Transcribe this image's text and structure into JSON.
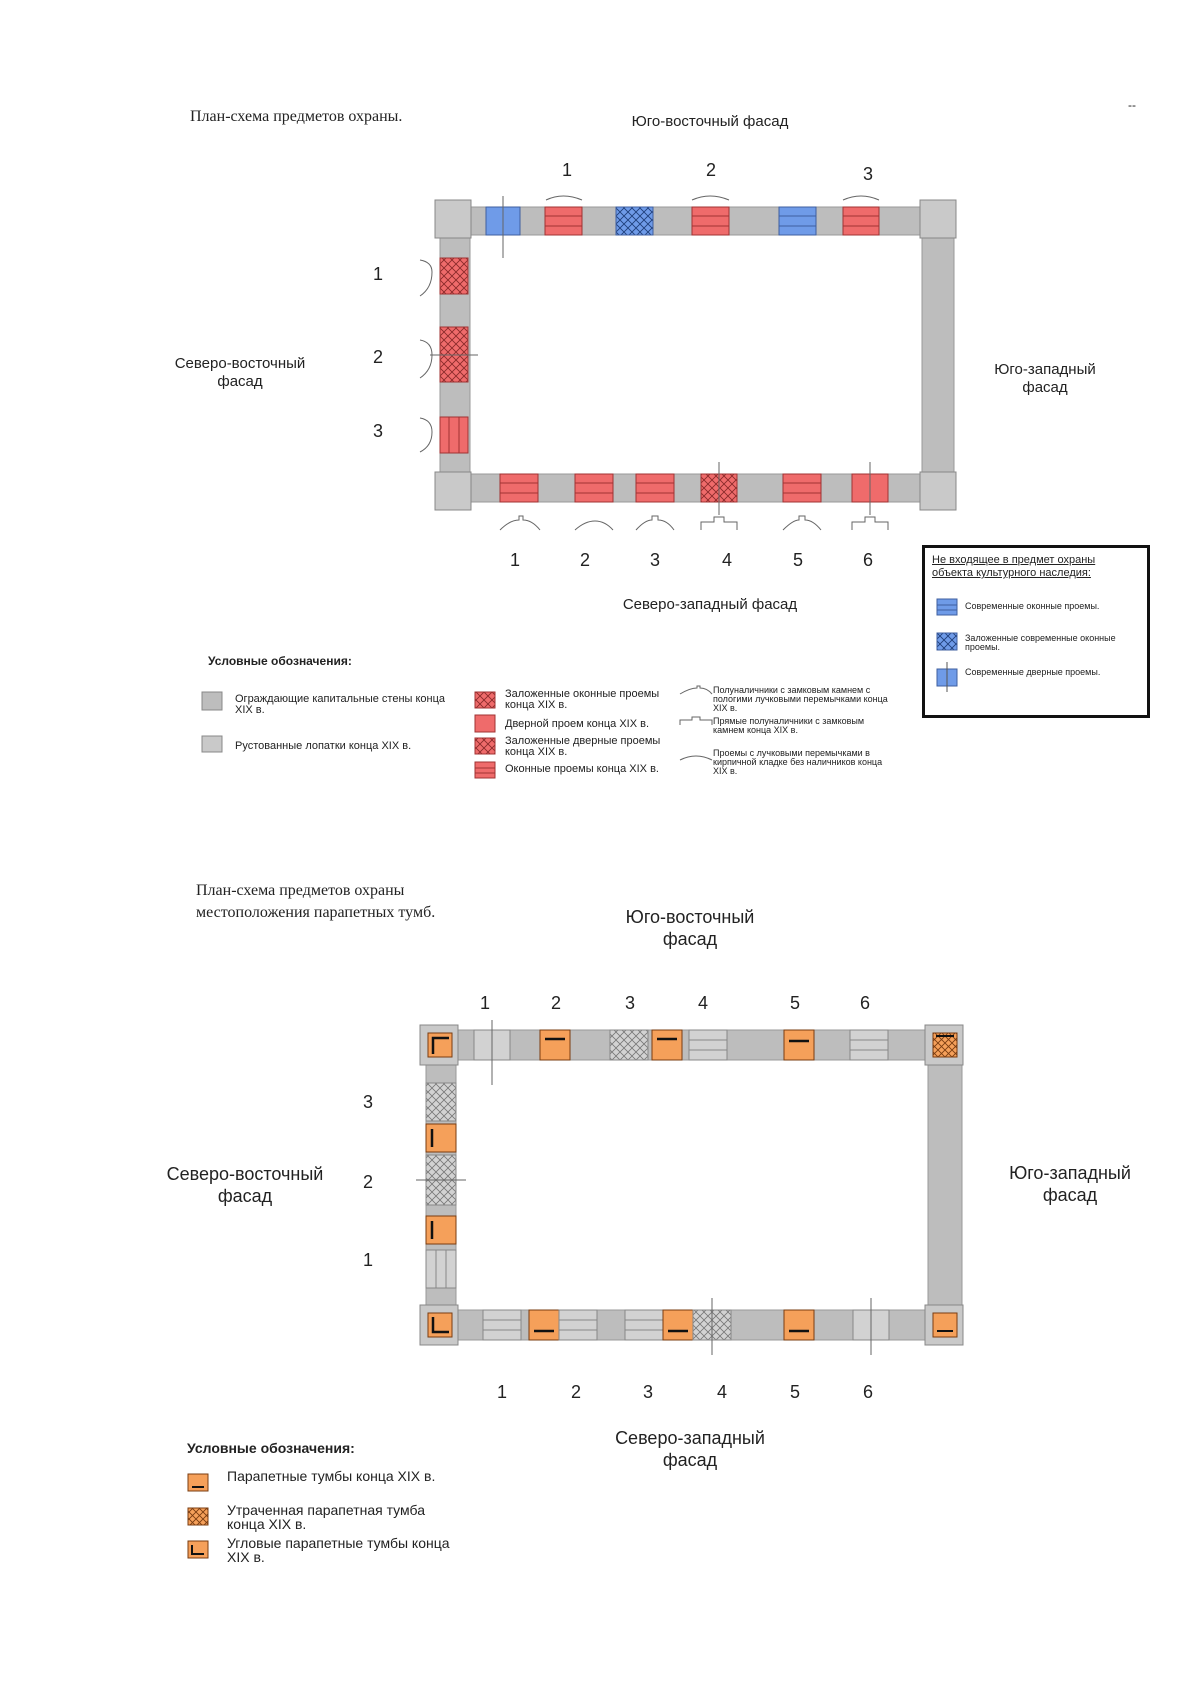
{
  "page_marker": "--",
  "plan1": {
    "title": "План-схема предметов охраны.",
    "facades": {
      "southeast": "Юго-восточный фасад",
      "northeast": "Северо-восточный фасад",
      "southwest": "Юго-западный фасад",
      "northwest": "Северо-западный фасад"
    },
    "top_numbers": [
      "1",
      "2",
      "3"
    ],
    "left_numbers": [
      "1",
      "2",
      "3"
    ],
    "bottom_numbers": [
      "1",
      "2",
      "3",
      "4",
      "5",
      "6"
    ],
    "legend_title": "Условные обозначения:",
    "legend": [
      {
        "id": "walls",
        "text": "Ограждающие капитальные стены конца XIX в."
      },
      {
        "id": "pilasters",
        "text": "Рустованные лопатки конца XIX в."
      },
      {
        "id": "blocked-windows",
        "text": "Заложенные оконные проемы конца XIX в."
      },
      {
        "id": "door",
        "text": "Дверной проем конца XIX в."
      },
      {
        "id": "blocked-doors",
        "text": "Заложенные дверные проемы конца XIX в."
      },
      {
        "id": "windows",
        "text": "Оконные проемы конца XIX в."
      },
      {
        "id": "half-surround-arched",
        "text": "Полуналичники с замковым камнем с пологими лучковыми перемычками конца XIX в."
      },
      {
        "id": "half-surround-straight",
        "text": "Прямые полуналичники с замковым камнем конца XIX в."
      },
      {
        "id": "arched-no-surround",
        "text": "Проемы с лучковыми перемычками в кирпичной кладке без наличников конца XIX в."
      }
    ],
    "excluded_box": {
      "title": "Не входящее в предмет охраны объекта культурного наследия:",
      "items": [
        {
          "id": "modern-windows",
          "text": "Современные оконные проемы."
        },
        {
          "id": "blocked-modern-windows",
          "text": "Заложенные современные оконные проемы."
        },
        {
          "id": "modern-doors",
          "text": "Современные дверные проемы."
        }
      ]
    }
  },
  "plan2": {
    "title": "План-схема предметов охраны местоположения парапетных тумб.",
    "facades": {
      "southeast": "Юго-восточный фасад",
      "northeast": "Северо-восточный фасад",
      "southwest": "Юго-западный фасад",
      "northwest": "Северо-западный фасад"
    },
    "top_numbers": [
      "1",
      "2",
      "3",
      "4",
      "5",
      "6"
    ],
    "left_numbers": [
      "3",
      "2",
      "1"
    ],
    "bottom_numbers": [
      "1",
      "2",
      "3",
      "4",
      "5",
      "6"
    ],
    "legend_title": "Условные обозначения:",
    "legend": [
      {
        "id": "parapet",
        "text": "Парапетные тумбы конца XIX в."
      },
      {
        "id": "lost-parapet",
        "text": "Утраченная парапетная тумба конца XIX в."
      },
      {
        "id": "corner-parapet",
        "text": "Угловые парапетные тумбы конца XIX в."
      }
    ]
  },
  "colors": {
    "wall": "#bdbdbd",
    "pilaster": "#c9c9c9",
    "historic_opening": "#ef6b6b",
    "modern_opening": "#6f9be8",
    "parapet": "#f5a05a",
    "frame": "#111111"
  }
}
